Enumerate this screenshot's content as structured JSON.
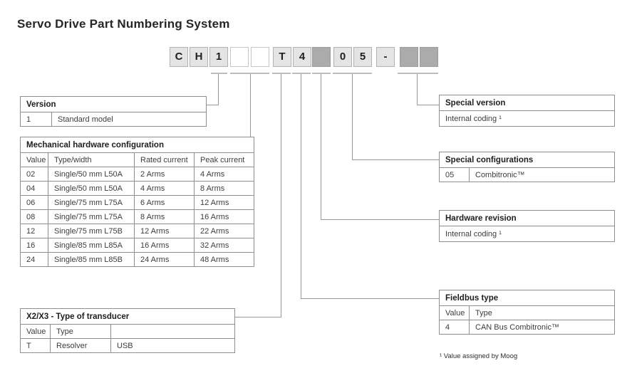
{
  "title": "Servo Drive Part Numbering System",
  "part_number": {
    "segments": [
      {
        "char": "C",
        "style": "light"
      },
      {
        "char": "H",
        "style": "light"
      },
      {
        "char": "1",
        "style": "light"
      },
      {
        "char": "",
        "style": "empty"
      },
      {
        "char": "",
        "style": "empty"
      },
      {
        "char": "T",
        "style": "light"
      },
      {
        "char": "4",
        "style": "light"
      },
      {
        "char": "",
        "style": "dark"
      },
      {
        "char": "0",
        "style": "light"
      },
      {
        "char": "5",
        "style": "light"
      },
      {
        "char": "-",
        "style": "light"
      },
      {
        "char": "",
        "style": "dark"
      },
      {
        "char": "",
        "style": "dark"
      }
    ]
  },
  "tables": {
    "version": {
      "title": "Version",
      "rows": [
        [
          "1",
          "Standard model"
        ]
      ]
    },
    "mechanical": {
      "title": "Mechanical hardware configuration",
      "columns": [
        "Value",
        "Type/width",
        "Rated current",
        "Peak current"
      ],
      "rows": [
        [
          "02",
          "Single/50 mm L50A",
          "2 Arms",
          "4 Arms"
        ],
        [
          "04",
          "Single/50 mm L50A",
          "4 Arms",
          "8 Arms"
        ],
        [
          "06",
          "Single/75 mm L75A",
          "6 Arms",
          "12 Arms"
        ],
        [
          "08",
          "Single/75 mm L75A",
          "8 Arms",
          "16 Arms"
        ],
        [
          "12",
          "Single/75 mm L75B",
          "12 Arms",
          "22 Arms"
        ],
        [
          "16",
          "Single/85 mm L85A",
          "16 Arms",
          "32 Arms"
        ],
        [
          "24",
          "Single/85 mm L85B",
          "24 Arms",
          "48 Arms"
        ]
      ]
    },
    "transducer": {
      "title": "X2/X3 - Type of transducer",
      "columns": [
        "Value",
        "Type",
        ""
      ],
      "rows": [
        [
          "T",
          "Resolver",
          "USB"
        ]
      ]
    },
    "special_version": {
      "title": "Special version",
      "note": "Internal coding ¹"
    },
    "special_configurations": {
      "title": "Special configurations",
      "rows": [
        [
          "05",
          "Combitronic™"
        ]
      ]
    },
    "hardware_revision": {
      "title": "Hardware revision",
      "note": "Internal coding ¹"
    },
    "fieldbus": {
      "title": "Fieldbus type",
      "columns": [
        "Value",
        "Type"
      ],
      "rows": [
        [
          "4",
          "CAN Bus Combitronic™"
        ]
      ]
    }
  },
  "footnote": "¹ Value assigned by Moog",
  "colors": {
    "box_light_fill": "#e4e4e4",
    "box_dark_fill": "#ababab",
    "box_border": "#b2b2b2",
    "table_border": "#8f8f8f",
    "connector_line": "#9a9a9a",
    "text_dark": "#1e1e1e",
    "text_body": "#3d3d3d"
  }
}
